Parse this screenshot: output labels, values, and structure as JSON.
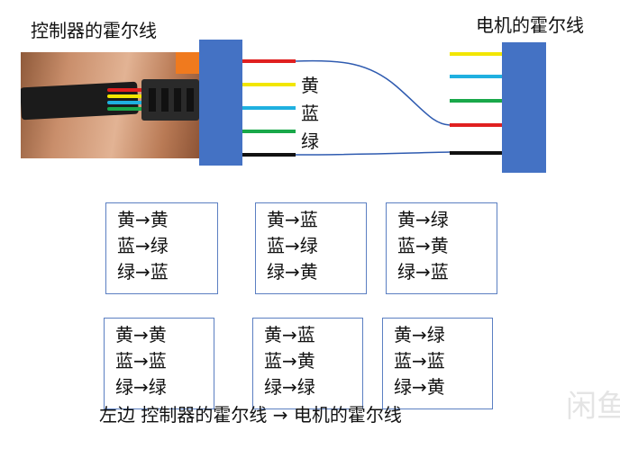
{
  "titles": {
    "controller_hall_wire": "控制器的霍尔线",
    "motor_hall_wire": "电机的霍尔线"
  },
  "wire_labels": [
    "黄",
    "蓝",
    "绿"
  ],
  "colors": {
    "connector_block": "#4472c4",
    "wire_red": "#e02020",
    "wire_yellow": "#f2e600",
    "wire_cyan": "#1fb0e0",
    "wire_green": "#19a84a",
    "wire_black": "#111111",
    "curve_line": "#2f5bb0",
    "box_border": "#5b7fc2"
  },
  "mapping_boxes": [
    {
      "lines": [
        "黄→黄",
        "蓝→绿",
        "绿→蓝"
      ]
    },
    {
      "lines": [
        "黄→蓝",
        "蓝→绿",
        "绿→黄"
      ]
    },
    {
      "lines": [
        "黄→绿",
        "蓝→黄",
        "绿→蓝"
      ]
    },
    {
      "lines": [
        "黄→黄",
        "蓝→蓝",
        "绿→绿"
      ]
    },
    {
      "lines": [
        "黄→蓝",
        "蓝→黄",
        "绿→绿"
      ]
    },
    {
      "lines": [
        "黄→绿",
        "蓝→蓝",
        "绿→黄"
      ]
    }
  ],
  "caption": "左边 控制器的霍尔线 → 电机的霍尔线",
  "watermark": "闲鱼"
}
